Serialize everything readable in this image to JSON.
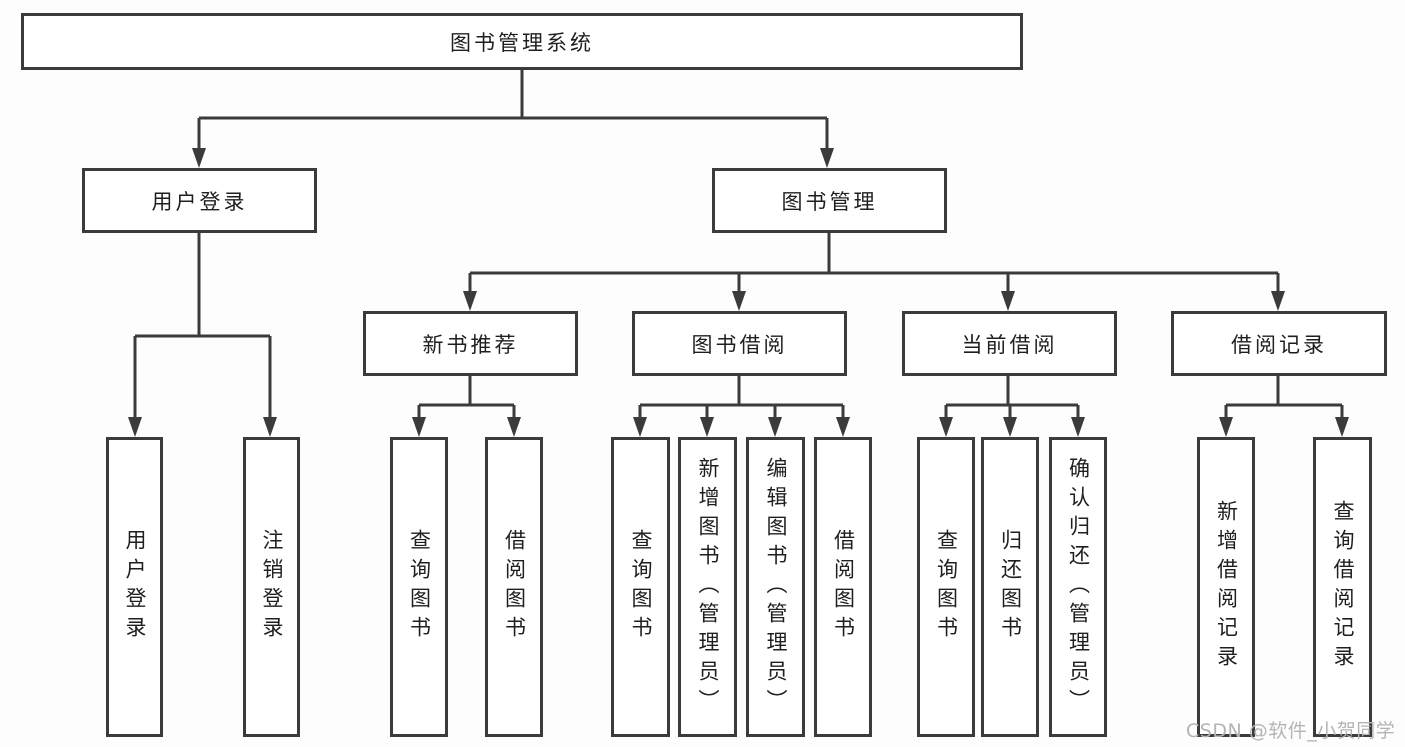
{
  "diagram": {
    "title": "图书管理系统",
    "level2": {
      "user_login": "用户登录",
      "book_mgmt": "图书管理"
    },
    "level3": {
      "new_rec": "新书推荐",
      "borrow": "图书借阅",
      "current": "当前借阅",
      "records": "借阅记录"
    },
    "leaves": {
      "login": "用户登录",
      "logout": "注销登录",
      "rec_query": "查询图书",
      "rec_borrow": "借阅图书",
      "bor_query": "查询图书",
      "bor_add": "新增图书（管理员）",
      "bor_edit": "编辑图书（管理员）",
      "bor_borrow": "借阅图书",
      "cur_query": "查询图书",
      "cur_return": "归还图书",
      "cur_confirm": "确认归还（管理员）",
      "recd_add": "新增借阅记录",
      "recd_query": "查询借阅记录"
    },
    "colors": {
      "line": "#3b3b3b",
      "box_border": "#3b3b3b",
      "box_background": "#ffffff",
      "text": "#1f1f1f",
      "watermark": "#b5b3b6"
    },
    "watermark": "CSDN @软件_小贺同学"
  }
}
